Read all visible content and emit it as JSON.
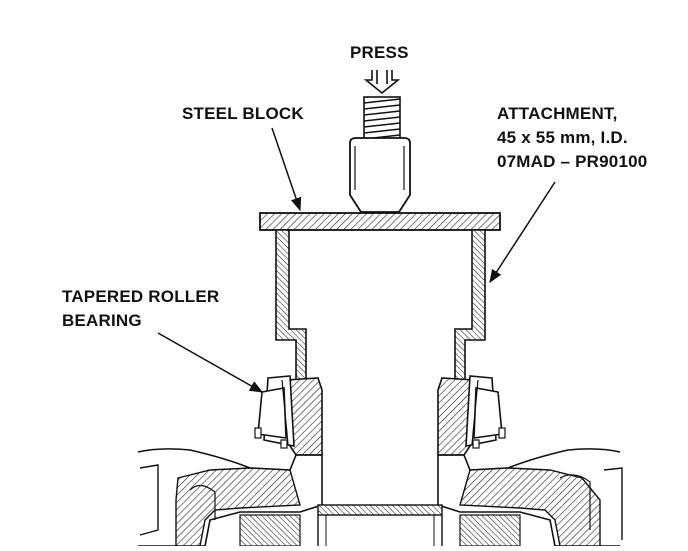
{
  "labels": {
    "press": "PRESS",
    "steel_block": "STEEL BLOCK",
    "attachment_line1": "ATTACHMENT,",
    "attachment_line2": "45 x 55 mm, I.D.",
    "attachment_line3": "07MAD – PR90100",
    "bearing_line1": "TAPERED ROLLER",
    "bearing_line2": "BEARING"
  },
  "colors": {
    "ink": "#111111",
    "background": "#ffffff"
  }
}
